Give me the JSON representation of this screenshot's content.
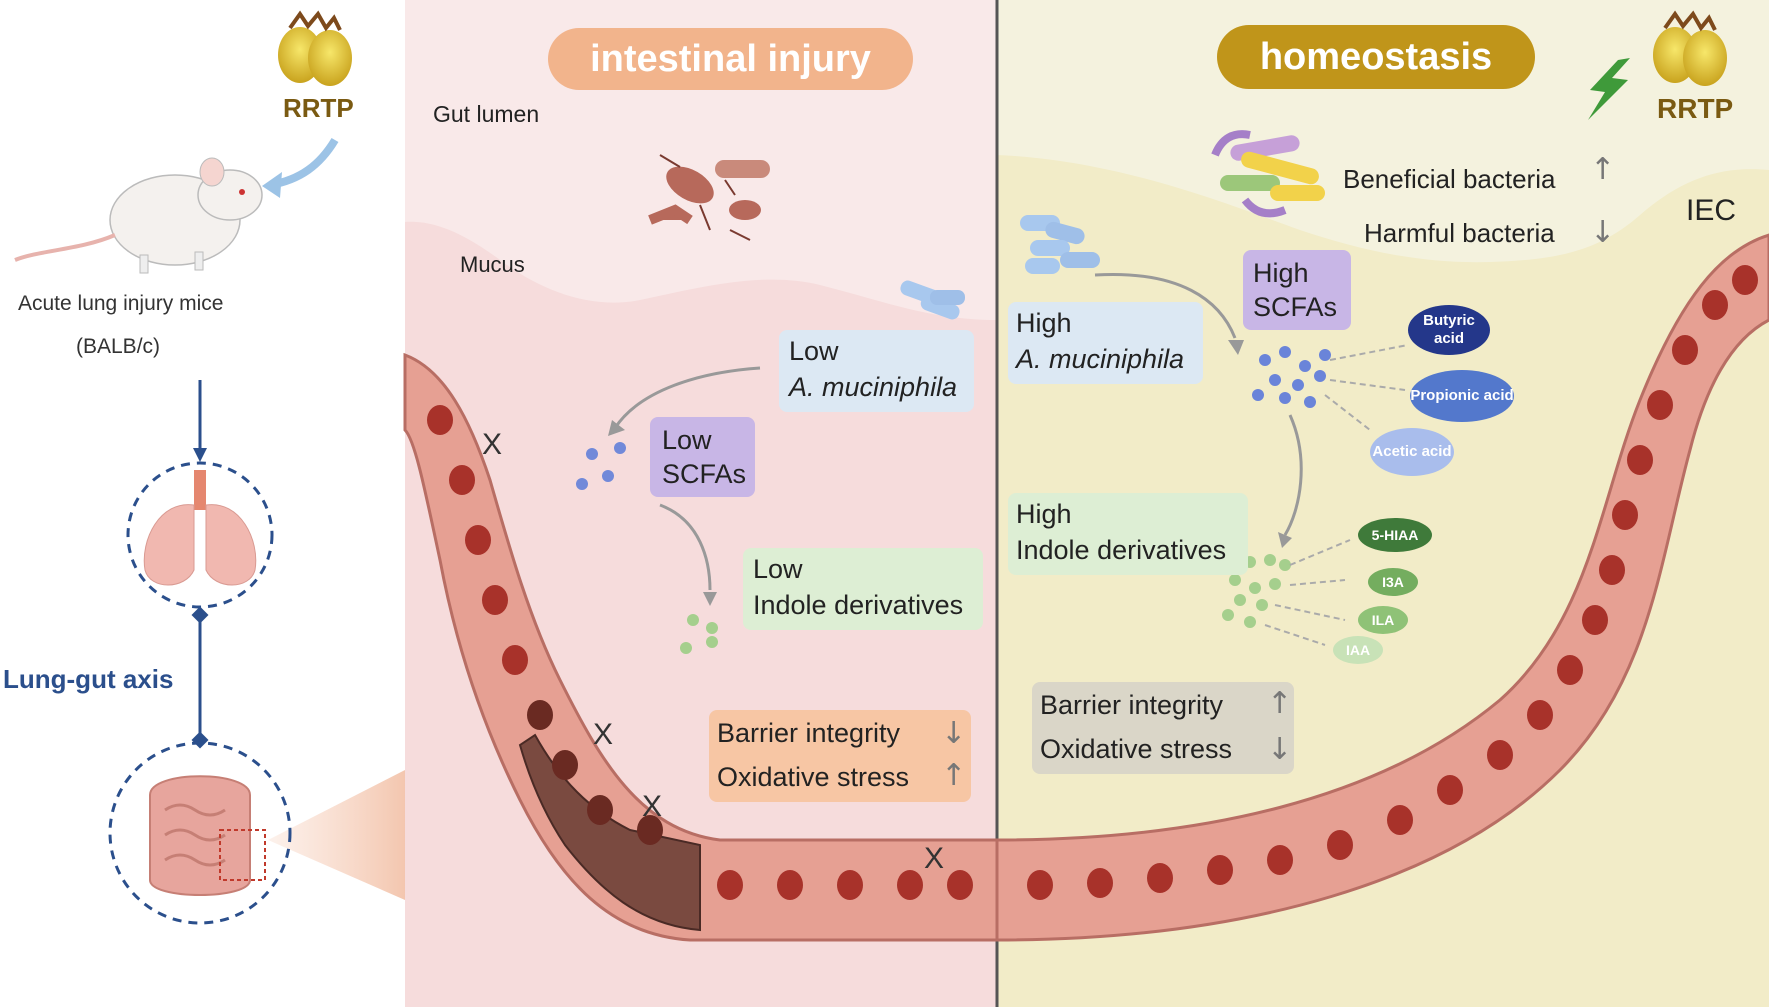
{
  "left_panel": {
    "rrtp_label": "RRTP",
    "model_label": "Acute lung injury mice",
    "strain_label": "(BALB/c)",
    "axis_label": "Lung-gut axis"
  },
  "injury_panel": {
    "title": "intestinal injury",
    "gut_lumen_label": "Gut lumen",
    "mucus_label": "Mucus",
    "akk_level": "Low",
    "akk_name": "A. muciniphila",
    "scfa_level": "Low",
    "scfa_name": "SCFAs",
    "indole_level": "Low",
    "indole_name": "Indole derivatives",
    "barrier_label": "Barrier integrity",
    "oxidative_label": "Oxidative stress",
    "damage_mark": "X"
  },
  "homeostasis_panel": {
    "title": "homeostasis",
    "rrtp_label": "RRTP",
    "beneficial_label": "Beneficial bacteria",
    "harmful_label": "Harmful bacteria",
    "iec_label": "IEC",
    "akk_level": "High",
    "akk_name": "A. muciniphila",
    "scfa_level": "High",
    "scfa_name": "SCFAs",
    "scfa_types": [
      "Butyric acid",
      "Propionic acid",
      "Acetic acid"
    ],
    "indole_level": "High",
    "indole_name": "Indole derivatives",
    "indole_types": [
      "5-HIAA",
      "I3A",
      "ILA",
      "IAA"
    ],
    "barrier_label": "Barrier integrity",
    "oxidative_label": "Oxidative stress"
  },
  "colors": {
    "injury_bg": "#f6dcdc",
    "homeostasis_bg": "#f2ecc8",
    "injury_title": "#f2b48c",
    "homeostasis_title": "#c0951a",
    "rrtp_text": "#7a5a12",
    "axis_text": "#2b4f8c",
    "cell_fill": "#e6a093",
    "nucleus": "#a8322a"
  }
}
